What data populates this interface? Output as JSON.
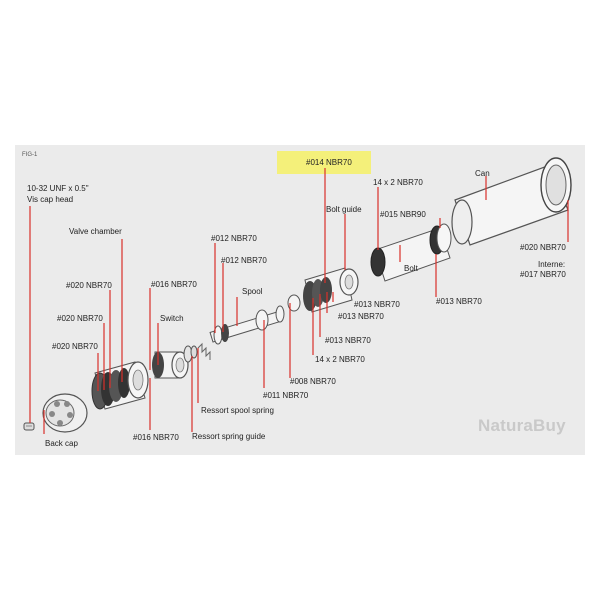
{
  "figure_id": "FIG-1",
  "highlight_label": "#014 NBR70",
  "watermark": "NaturaBuy",
  "colors": {
    "panel": "#ebebeb",
    "highlight": "#f4f07a",
    "leader_line": "#d9302a",
    "oring": "#c0392b",
    "part_fill": "#f3f3f3",
    "part_stroke": "#555555"
  },
  "labels": {
    "screw_size": "10-32 UNF x 0.5\"",
    "vis_cap_head": "Vis cap head",
    "valve_chamber": "Valve chamber",
    "o020_a": "#020 NBR70",
    "o020_b": "#020 NBR70",
    "o020_c": "#020 NBR70",
    "back_cap": "Back cap",
    "o016_top": "#016 NBR70",
    "switch": "Switch",
    "o016_bottom": "#016 NBR70",
    "o012_a": "#012 NBR70",
    "o012_b": "#012 NBR70",
    "spool": "Spool",
    "spool_spring": "Ressort spool spring",
    "spring_guide": "Ressort spring guide",
    "o011": "#011 NBR70",
    "o008": "#008  NBR70",
    "o014": "#014 NBR70",
    "bolt_guide": "Bolt guide",
    "o013_a": "#013 NBR70",
    "o013_b": "#013 NBR70",
    "o013_c": "#013 NBR70",
    "o14x2_bottom": "14 x 2 NBR70",
    "o14x2_top": "14 x 2 NBR70",
    "o015": "#015 NBR90",
    "bolt": "Bolt",
    "o013_d": "#013 NBR70",
    "can": "Can",
    "o020_can": "#020 NBR70",
    "interne": "Interne:",
    "o017": "#017 NBR70"
  }
}
